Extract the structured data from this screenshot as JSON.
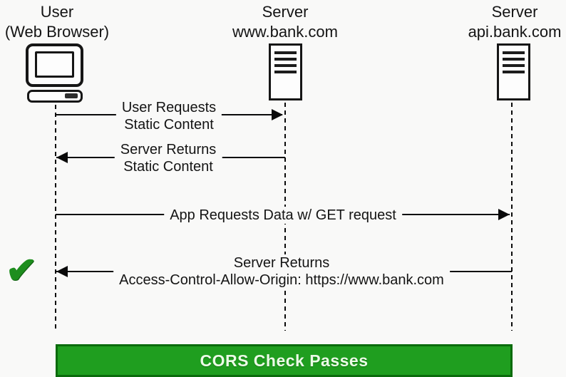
{
  "diagram": {
    "actors": [
      {
        "title_line1": "User",
        "title_line2": "(Web Browser)",
        "icon": "computer-icon"
      },
      {
        "title_line1": "Server",
        "title_line2": "www.bank.com",
        "icon": "server-icon"
      },
      {
        "title_line1": "Server",
        "title_line2": "api.bank.com",
        "icon": "server-icon"
      }
    ],
    "messages": [
      {
        "label_line1": "User Requests",
        "label_line2": "Static Content",
        "from": "User (Web Browser)",
        "to": "Server www.bank.com",
        "direction": "right"
      },
      {
        "label_line1": "Server Returns",
        "label_line2": "Static Content",
        "from": "Server www.bank.com",
        "to": "User (Web Browser)",
        "direction": "left"
      },
      {
        "label_line1": "App Requests Data w/ GET request",
        "label_line2": "",
        "from": "User (Web Browser)",
        "to": "Server api.bank.com",
        "direction": "right"
      },
      {
        "label_line1": "Server Returns",
        "label_line2": "Access-Control-Allow-Origin: https://www.bank.com",
        "from": "Server api.bank.com",
        "to": "User (Web Browser)",
        "direction": "left"
      }
    ],
    "result": {
      "icon": "green-checkmark-icon",
      "symbol": "✔"
    },
    "banner": {
      "label": "CORS Check Passes"
    },
    "colors": {
      "banner_fill": "#1f9e1f",
      "banner_border": "#0a6b0c",
      "banner_text": "#ecfbe7",
      "check_green": "#1e8e1e",
      "line_black": "#0a0a0a",
      "background": "#f9f9f8"
    }
  }
}
